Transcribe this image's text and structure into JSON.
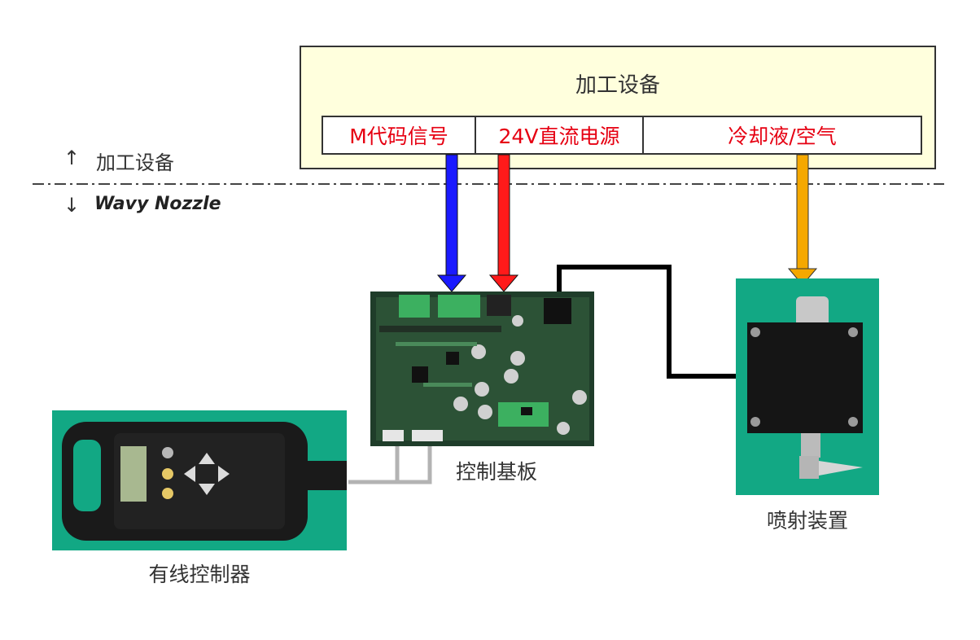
{
  "equipment": {
    "title": "加工设备",
    "signals": [
      "M代码信号",
      "24V直流电源",
      "冷却液/空气"
    ]
  },
  "boundary": {
    "upper_label": "加工设备",
    "upper_arrow": "↑",
    "lower_label": "Wavy Nozzle",
    "lower_arrow": "↓"
  },
  "components": {
    "control_board": "控制基板",
    "spray_device": "喷射装置",
    "wired_controller": "有线控制器"
  },
  "colors": {
    "signal_text": "#e60012",
    "m_code_arrow": "#1a1aff",
    "power_arrow": "#ff1a1a",
    "coolant_arrow": "#f5a800",
    "photo_bg": "#12a884"
  }
}
